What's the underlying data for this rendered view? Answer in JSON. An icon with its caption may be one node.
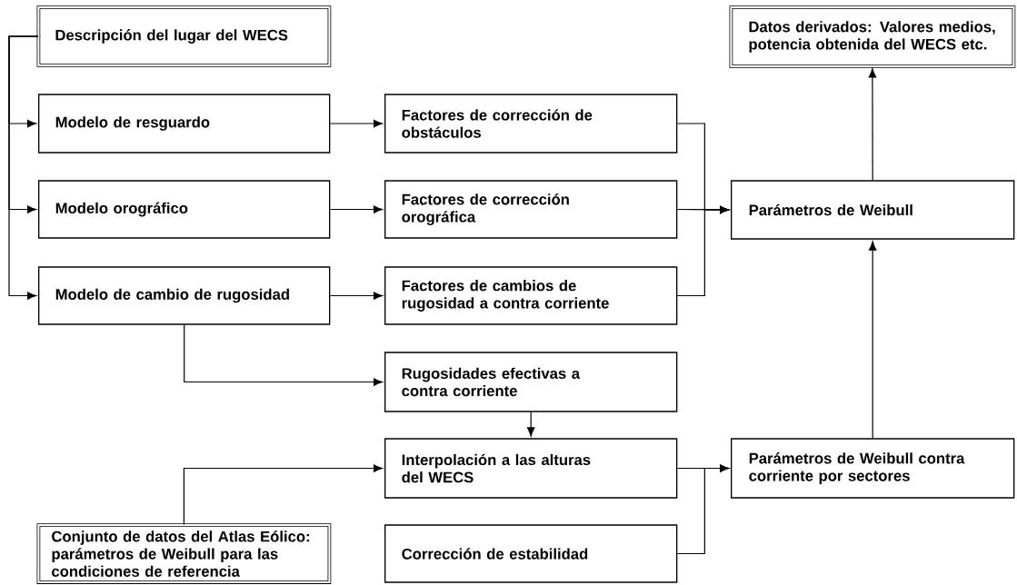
{
  "diagram": {
    "nodes": [
      {
        "text": [
          "Descripción del lugar del WECS"
        ]
      },
      {
        "text": [
          "Datos derivados: Valores medios, potencia obtenida del WECS etc."
        ]
      },
      {
        "text": [
          "Modelo de resguardo"
        ]
      },
      {
        "text": [
          "Factores de corrección de obstáculos"
        ]
      },
      {
        "text": [
          "Modelo orográfico"
        ]
      },
      {
        "text": [
          "Factores de corrección orográfica"
        ]
      },
      {
        "text": [
          "Parámetros de Weibull"
        ]
      },
      {
        "text": [
          "Modelo de cambio de rugosidad"
        ]
      },
      {
        "text": [
          "Factores de cambios de rugosidad a contra corriente"
        ]
      },
      {
        "text": [
          "Rugosidades efectivas a contra corriente"
        ]
      },
      {
        "text": [
          "Interpolación a las alturas del WECS"
        ]
      },
      {
        "text": [
          "Parámetros de Weibull contra corriente por sectores"
        ]
      },
      {
        "text": [
          "Conjunto de datos del Atlas Eólico: parámetros de Weibull para las condiciones de referencia"
        ]
      },
      {
        "text": [
          "Corrección de estabilidad"
        ]
      }
    ],
    "edges": [
      {
        "from": 0,
        "to": 2,
        "arrow": "to"
      },
      {
        "from": 0,
        "to": 4,
        "arrow": "to"
      },
      {
        "from": 0,
        "to": 7,
        "arrow": "to"
      },
      {
        "from": 2,
        "to": 3,
        "arrow": "to"
      },
      {
        "from": 4,
        "to": 5,
        "arrow": "to"
      },
      {
        "from": 7,
        "to": 8,
        "arrow": "to"
      },
      {
        "from": 3,
        "to": 6,
        "arrow": "to"
      },
      {
        "from": 5,
        "to": 6,
        "arrow": "to"
      },
      {
        "from": 8,
        "to": 6,
        "arrow": "to"
      },
      {
        "from": 6,
        "to": 1,
        "arrow": "to"
      },
      {
        "from": 7,
        "to": 9,
        "arrow": "to"
      },
      {
        "from": 9,
        "to": 10,
        "arrow": "to"
      },
      {
        "from": 12,
        "to": 10,
        "arrow": "to"
      },
      {
        "from": 10,
        "to": 11,
        "arrow": "to"
      },
      {
        "from": 13,
        "to": 11,
        "arrow": "to"
      },
      {
        "from": 11,
        "to": 6,
        "arrow": "to"
      }
    ]
  }
}
